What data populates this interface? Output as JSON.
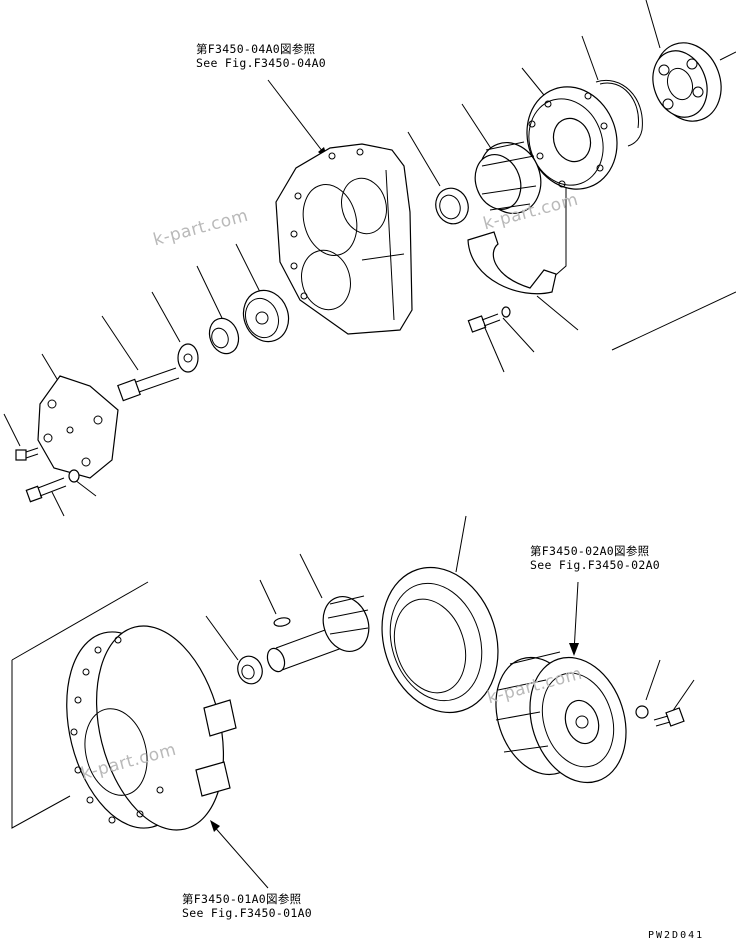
{
  "references": {
    "top": {
      "jp": "第F3450-04A0図参照",
      "en": "See Fig.F3450-04A0"
    },
    "right": {
      "jp": "第F3450-02A0図参照",
      "en": "See Fig.F3450-02A0"
    },
    "bottom": {
      "jp": "第F3450-01A0図参照",
      "en": "See Fig.F3450-01A0"
    }
  },
  "watermarks": [
    "k-part.com",
    "k-part.com",
    "k-part.com",
    "k-part.com"
  ],
  "drawing_code": "PW2D041"
}
